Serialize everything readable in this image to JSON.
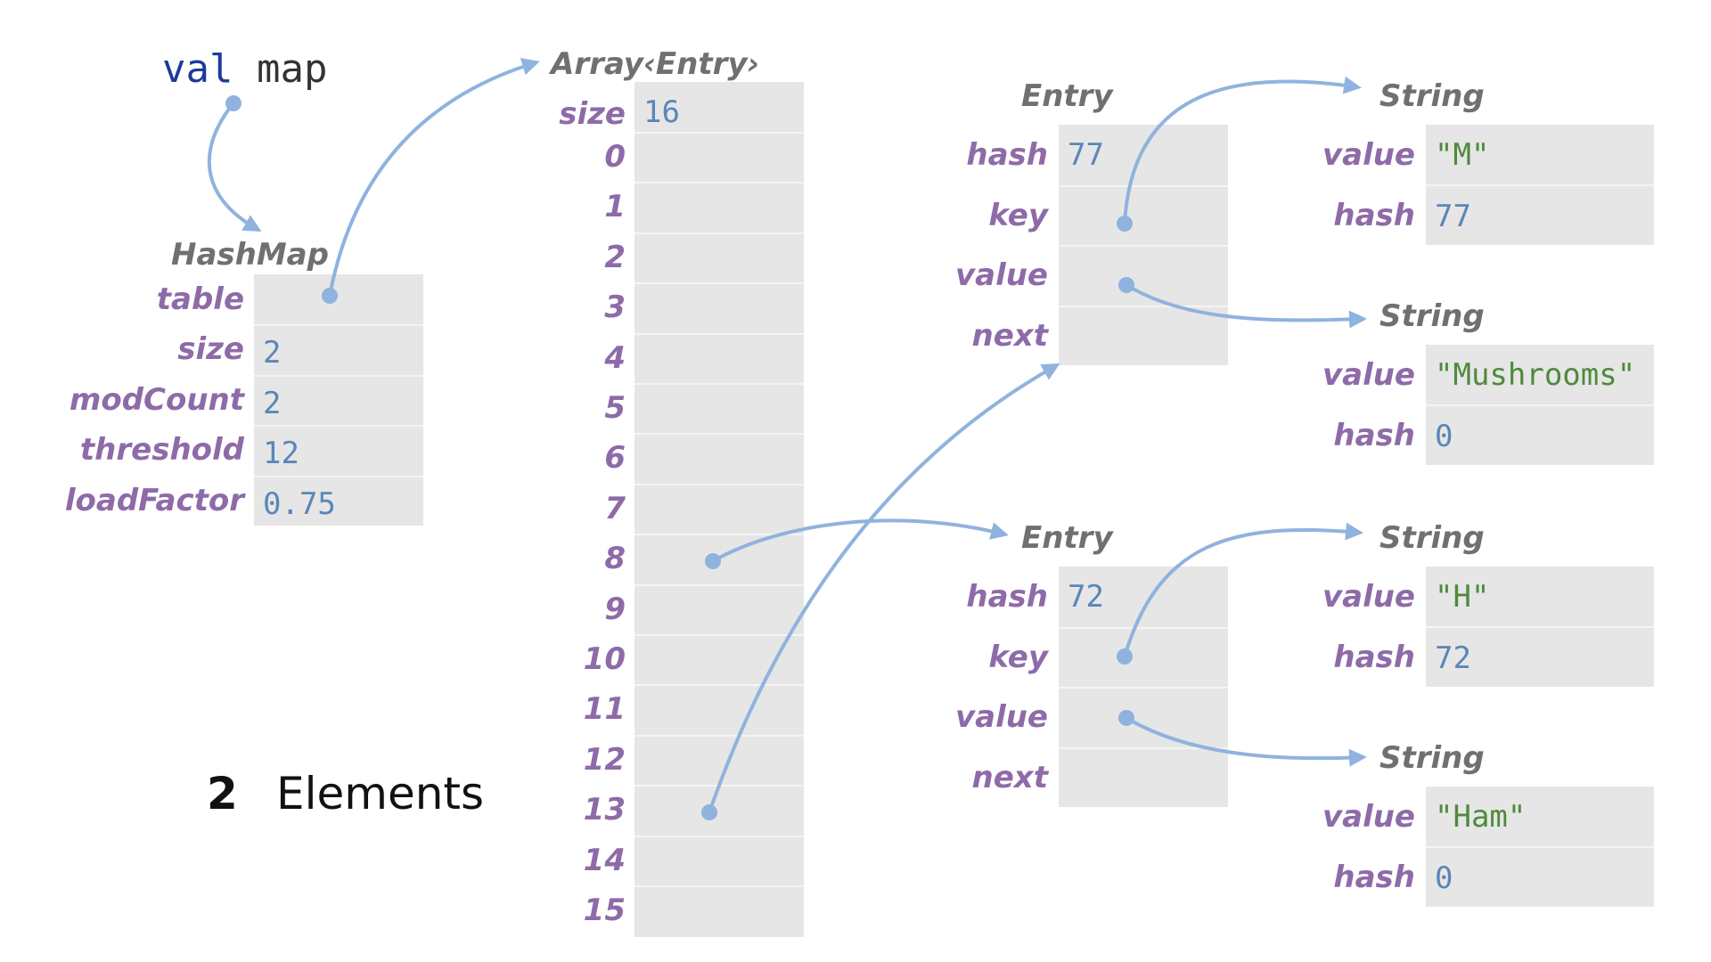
{
  "code": {
    "keyword": "val",
    "name": "map"
  },
  "hashmap": {
    "title": "HashMap",
    "fields": [
      {
        "label": "table",
        "value": ""
      },
      {
        "label": "size",
        "value": "2"
      },
      {
        "label": "modCount",
        "value": "2"
      },
      {
        "label": "threshold",
        "value": "12"
      },
      {
        "label": "loadFactor",
        "value": "0.75"
      }
    ]
  },
  "array": {
    "title": "Array‹Entry›",
    "size_label": "size",
    "size_value": "16",
    "indices": [
      "0",
      "1",
      "2",
      "3",
      "4",
      "5",
      "6",
      "7",
      "8",
      "9",
      "10",
      "11",
      "12",
      "13",
      "14",
      "15"
    ]
  },
  "entries": [
    {
      "title": "Entry",
      "labels": [
        "hash",
        "key",
        "value",
        "next"
      ],
      "hash": "77"
    },
    {
      "title": "Entry",
      "labels": [
        "hash",
        "key",
        "value",
        "next"
      ],
      "hash": "72"
    }
  ],
  "strings": [
    {
      "title": "String",
      "value_label": "value",
      "hash_label": "hash",
      "value": "\"M\"",
      "hash": "77"
    },
    {
      "title": "String",
      "value_label": "value",
      "hash_label": "hash",
      "value": "\"Mushrooms\"",
      "hash": "0"
    },
    {
      "title": "String",
      "value_label": "value",
      "hash_label": "hash",
      "value": "\"H\"",
      "hash": "72"
    },
    {
      "title": "String",
      "value_label": "value",
      "hash_label": "hash",
      "value": "\"Ham\"",
      "hash": "0"
    }
  ],
  "summary": {
    "count": "2",
    "label": "Elements"
  },
  "colors": {
    "arrow": "#8fb3de",
    "label": "#8e6ba8",
    "number": "#5b86b8",
    "string": "#4f8a3c",
    "keyword": "#1d3a9a",
    "box": "#e6e6e6"
  }
}
